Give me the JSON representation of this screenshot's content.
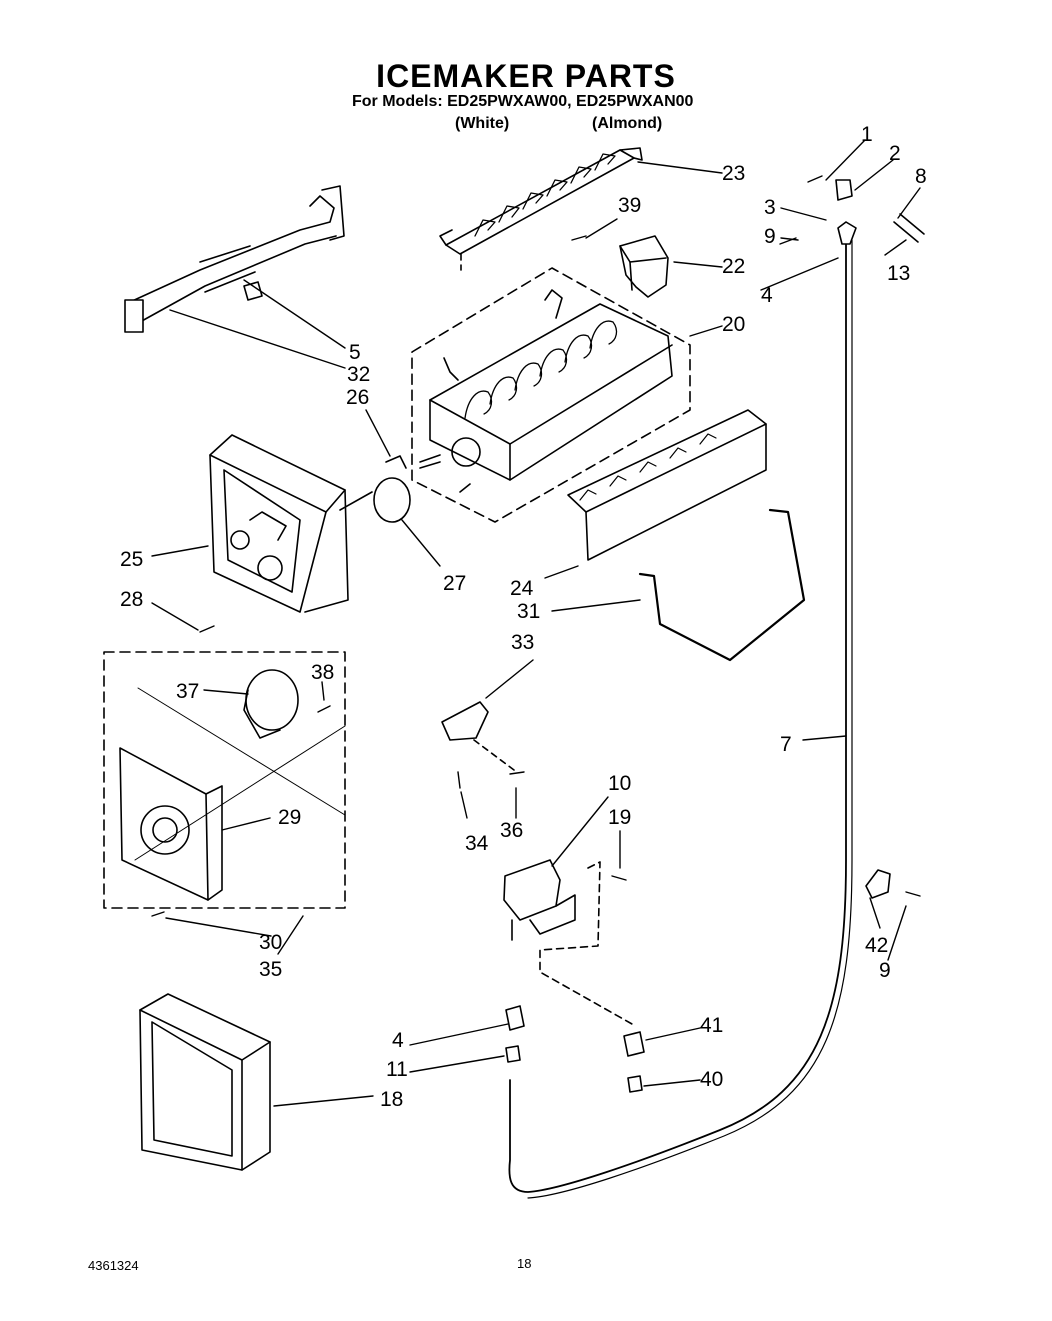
{
  "header": {
    "title": "ICEMAKER PARTS",
    "subtitle": "For Models: ED25PWXAW00, ED25PWXAN00",
    "variant_white": "(White)",
    "variant_almond": "(Almond)"
  },
  "callouts": [
    "1",
    "2",
    "8",
    "3",
    "9",
    "13",
    "4",
    "23",
    "39",
    "22",
    "20",
    "5",
    "32",
    "26",
    "25",
    "28",
    "27",
    "24",
    "31",
    "33",
    "38",
    "37",
    "29",
    "34",
    "36",
    "10",
    "19",
    "7",
    "30",
    "35",
    "42",
    "9",
    "4",
    "41",
    "11",
    "40",
    "18"
  ],
  "footer": {
    "doc_number": "4361324",
    "page_number": "18"
  }
}
